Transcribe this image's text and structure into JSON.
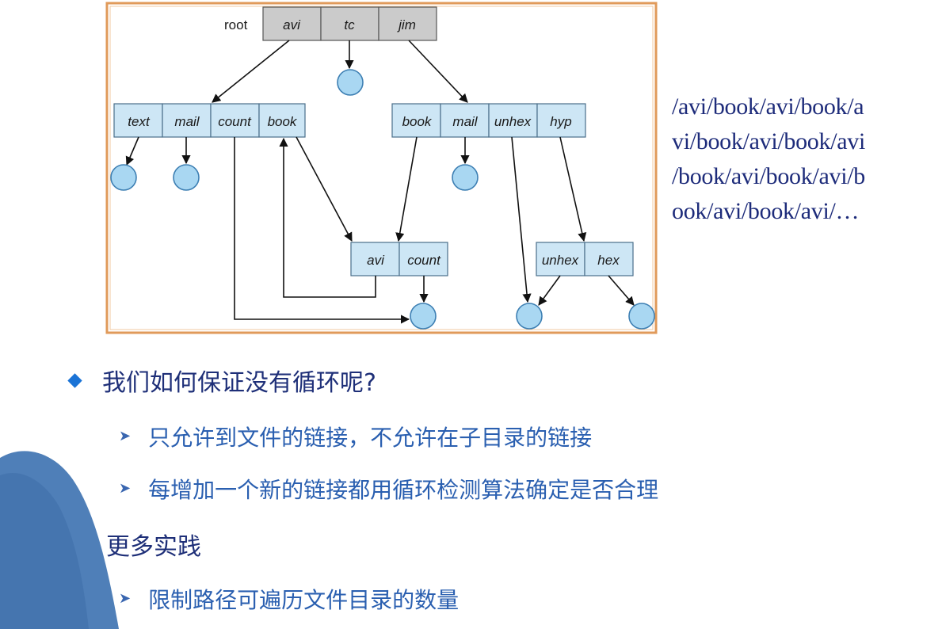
{
  "diagram": {
    "root_label": "root",
    "top_cells": [
      "avi",
      "tc",
      "jim"
    ],
    "left_cells": [
      "text",
      "mail",
      "count",
      "book"
    ],
    "right_cells": [
      "book",
      "mail",
      "unhex",
      "hyp"
    ],
    "mid_cells": [
      "avi",
      "count"
    ],
    "hex_cells": [
      "unhex",
      "hex"
    ]
  },
  "path_text": [
    "/avi/book/avi/book/a",
    "vi/book/avi/book/avi",
    "/book/avi/book/avi/b",
    "ook/avi/book/avi/…"
  ],
  "bullets": {
    "question": "我们如何保证没有循环呢?",
    "sub1": "只允许到文件的链接，不允许在子目录的链接",
    "sub2": "每增加一个新的链接都用循环检测算法确定是否合理",
    "heading": "更多实践",
    "sub3": "限制路径可遍历文件目录的数量"
  },
  "colors": {
    "frame_border": "#e09a5a",
    "cell_fill": "#cde6f5",
    "leaf_fill": "#a9d7f2",
    "title_text": "#1e2f78",
    "sub_text": "#2a5fb0",
    "bullet_diamond": "#1a73d6"
  },
  "icons": {
    "bullet": "diamond-bullet-icon",
    "sub_bullet": "chevron-right-icon"
  }
}
